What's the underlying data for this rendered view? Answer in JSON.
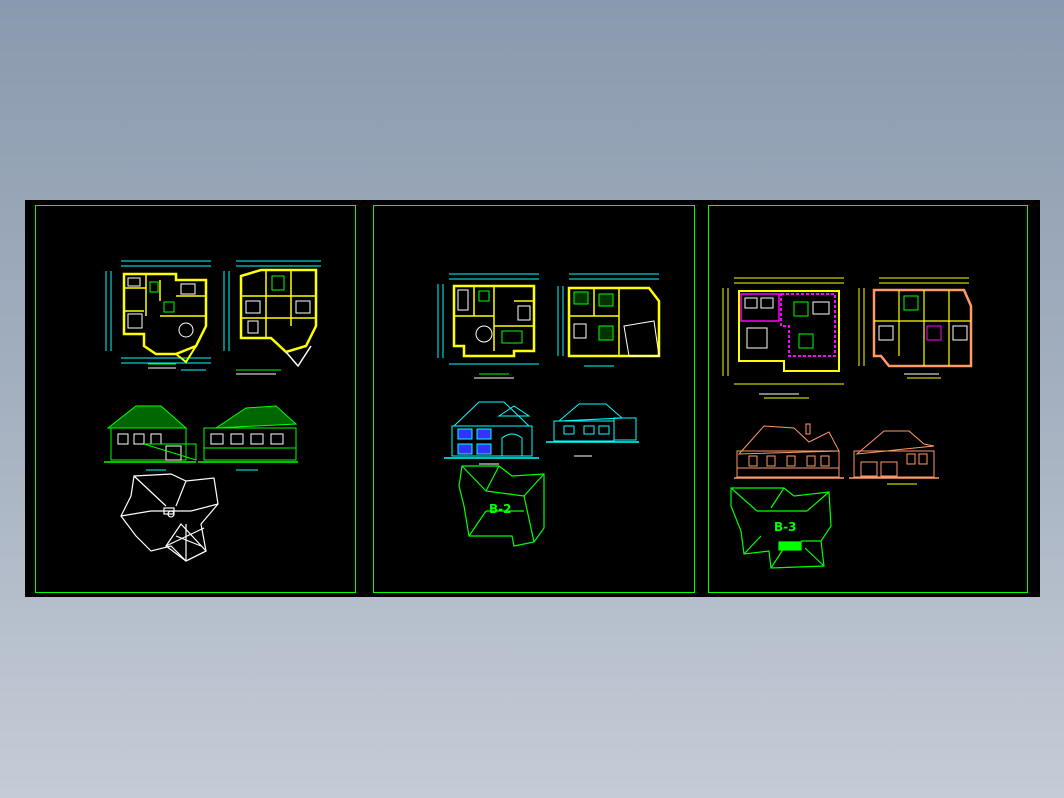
{
  "sheets": [
    {
      "id": "sheet-1",
      "block_label": ""
    },
    {
      "id": "sheet-2",
      "block_label": "B-2"
    },
    {
      "id": "sheet-3",
      "block_label": "B-3"
    }
  ],
  "colors": {
    "background_gradient_top": "#8a9aae",
    "background_gradient_bottom": "#c5ccd6",
    "model_space": "#000000",
    "frame": "#00ff00",
    "yellow": "#ffff00",
    "cyan": "#00ffff",
    "green": "#00ff00",
    "magenta": "#ff00ff",
    "white": "#ffffff",
    "orange": "#ff9966",
    "blue": "#3333ff"
  }
}
